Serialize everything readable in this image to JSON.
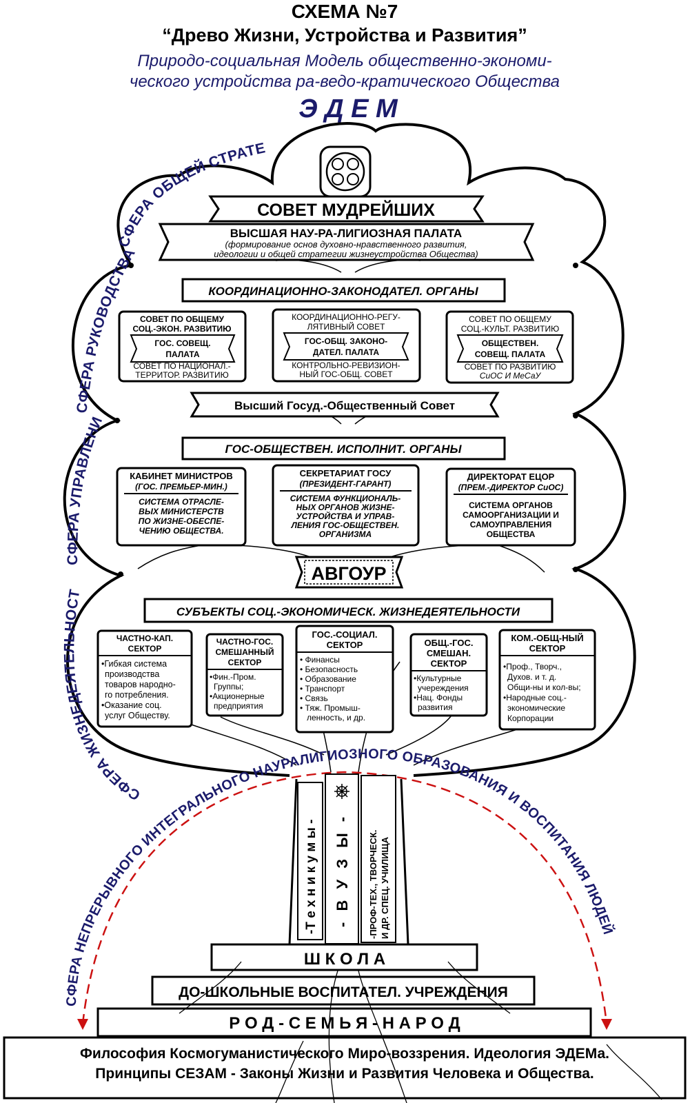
{
  "header": {
    "scheme": "СХЕМА №7",
    "title": "“Древо Жизни, Устройства и Развития”",
    "subtitle_1": "Природо-социальная Модель общественно-экономи-",
    "subtitle_2": "ческого устройства ра-ведо-кратического Общества",
    "name": "Э Д Е М"
  },
  "spheres": {
    "strategy": "СФЕРА ОБЩЕЙ СТРАТЕГИИ",
    "leadership": "СФЕРА РУКОВОДСТВА",
    "management": "СФЕРА УПРАВЛЕНИЯ",
    "life": "СФЕРА ЖИЗНЕДЕЯТЕЛЬНОСТИ",
    "education": "СФЕРА НЕПРЕРЫВНОГО ИНТЕГРАЛЬНОГО НАУРАЛИГИОЗНОГО ОБРАЗОВАНИЯ И ВОСПИТАНИЯ ЛЮДЕЙ"
  },
  "council": {
    "title": "СОВЕТ МУДРЕЙШИХ",
    "chamber": "ВЫСШАЯ НАУ-РА-ЛИГИОЗНАЯ ПАЛАТА",
    "chamber_note_1": "(формирование основ духовно-нравственного развития,",
    "chamber_note_2": "идеологии и общей стратегии жизнеустройства Общества)"
  },
  "coordination": {
    "header": "КООРДИНАЦИОННО-ЗАКОНОДАТЕЛ. ОРГАНЫ",
    "left": {
      "top_1": "СОВЕТ ПО ОБЩЕМУ",
      "top_2": "СОЦ.-ЭКОН. РАЗВИТИЮ",
      "mid_1": "ГОС. СОВЕЩ.",
      "mid_2": "ПАЛАТА",
      "bot_1": "СОВЕТ ПО НАЦИОНАЛ.-",
      "bot_2": "ТЕРРИТОР. РАЗВИТИЮ"
    },
    "center": {
      "top_1": "КООРДИНАЦИОННО-РЕГУ-",
      "top_2": "ЛЯТИВНЫЙ СОВЕТ",
      "mid_1": "ГОС-ОБЩ. ЗАКОНО-",
      "mid_2": "ДАТЕЛ. ПАЛАТА",
      "bot_1": "КОНТРОЛЬНО-РЕВИЗИОН-",
      "bot_2": "НЫЙ ГОС-ОБЩ. СОВЕТ"
    },
    "right": {
      "top_1": "СОВЕТ ПО ОБЩЕМУ",
      "top_2": "СОЦ.-КУЛЬТ. РАЗВИТИЮ",
      "mid_1": "ОБЩЕСТВЕН.",
      "mid_2": "СОВЕЩ. ПАЛАТА",
      "bot_1": "СОВЕТ ПО РАЗВИТИЮ",
      "bot_2": "СиОС И МеСаУ"
    },
    "supreme": "Высший Госуд.-Общественный Совет"
  },
  "executive": {
    "header": "ГОС-ОБЩЕСТВЕН. ИСПОЛНИТ. ОРГАНЫ",
    "left": {
      "t1": "КАБИНЕТ МИНИСТРОВ",
      "t2": "(ГОС. ПРЕМЬЕР-МИН.)",
      "d1": "СИСТЕМА ОТРАСЛЕ-",
      "d2": "ВЫХ МИНИСТЕРСТВ",
      "d3": "ПО ЖИЗНЕ-ОБЕСПЕ-",
      "d4": "ЧЕНИЮ ОБЩЕСТВА."
    },
    "center": {
      "t1": "СЕКРЕТАРИАТ ГОСУ",
      "t2": "(ПРЕЗИДЕНТ-ГАРАНТ)",
      "d1": "СИСТЕМА ФУНКЦИОНАЛЬ-",
      "d2": "НЫХ ОРГАНОВ ЖИЗНЕ-",
      "d3": "УСТРОЙСТВА И УПРАВ-",
      "d4": "ЛЕНИЯ ГОС-ОБЩЕСТВЕН.",
      "d5": "ОРГАНИЗМА"
    },
    "right": {
      "t1": "ДИРЕКТОРАТ ЕЦОР",
      "t2": "(ПРЕМ.-ДИРЕКТОР СиОС)",
      "d1": "СИСТЕМА ОРГАНОВ",
      "d2": "САМООРГАНИЗАЦИИ И",
      "d3": "САМОУПРАВЛЕНИЯ",
      "d4": "ОБЩЕСТВА"
    },
    "avgour": "АВГОУР"
  },
  "subjects": {
    "header": "СУБЪЕКТЫ СОЦ.-ЭКОНОМИЧЕСК. ЖИЗНЕДЕЯТЕЛЬНОСТИ",
    "s1": {
      "t1": "ЧАСТНО-КАП.",
      "t2": "СЕКТОР",
      "items": [
        "•Гибкая система",
        "производства",
        "товаров народно-",
        "го потребления.",
        "•Оказание соц.",
        "услуг Обществу."
      ]
    },
    "s2": {
      "t1": "ЧАСТНО-ГОС.",
      "t2": "СМЕШАННЫЙ",
      "t3": "СЕКТОР",
      "items": [
        "•Фин.-Пром.",
        "Группы;",
        "•Акционерные",
        "предприятия"
      ]
    },
    "s3": {
      "t1": "ГОС.-СОЦИАЛ.",
      "t2": "СЕКТОР",
      "items": [
        "• Финансы",
        "• Безопасность",
        "• Образование",
        "• Транспорт",
        "• Связь",
        "• Тяж. Промыш-",
        "ленность, и др."
      ]
    },
    "s4": {
      "t1": "ОБЩ.-ГОС.",
      "t2": "СМЕШАН.",
      "t3": "СЕКТОР",
      "items": [
        "•Культурные",
        "учереждения",
        "•Нац. Фонды",
        "развития"
      ]
    },
    "s5": {
      "t1": "КОМ.-ОБЩ-НЫЙ",
      "t2": "СЕКТОР",
      "items": [
        "•Проф., Творч.,",
        "Духов. и т. д.",
        "Общи-ны и кол-вы;",
        "•Народные соц.-",
        "экономические",
        "Корпорации"
      ]
    }
  },
  "trunk": {
    "technicums": "-Т е х н и к у м ы -",
    "universities": "- В У З Ы -",
    "vocational_1": "-ПРОФ-ТЕХ., ТВОРЧЕСК.",
    "vocational_2": "И ДР. СПЕЦ. УЧИЛИЩА"
  },
  "base": {
    "school": "Ш К О Л А",
    "preschool": "ДО-ШКОЛЬНЫЕ ВОСПИТАТЕЛ. УЧРЕЖДЕНИЯ",
    "family": "Р О Д - С Е М Ь Я - Н А Р О Д",
    "foundation_1": "Философия Космогуманистического Миро-воззрения. Идеология ЭДЕМа.",
    "foundation_2": "Принципы СЕЗАМ - Законы Жизни и Развития Человека и Общества."
  },
  "colors": {
    "blue": "#1b1b6b",
    "red_arc": "#cc1111"
  }
}
